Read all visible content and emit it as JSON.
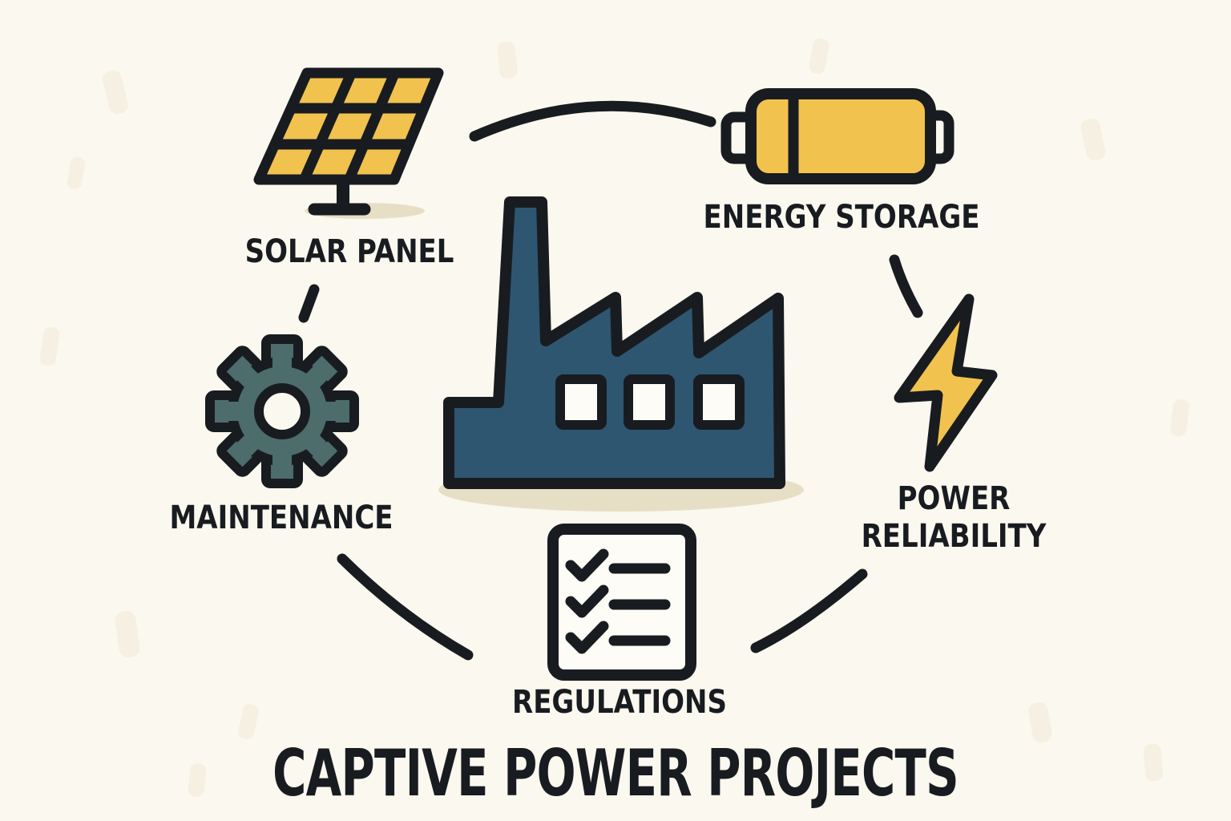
{
  "title": "CAPTIVE POWER PROJECTS",
  "diagram": {
    "center_icon": "factory",
    "nodes": [
      {
        "label": "SOLAR PANEL",
        "icon": "solar-panel-icon",
        "position": "top-left"
      },
      {
        "label": "ENERGY STORAGE",
        "icon": "battery-icon",
        "position": "top-right"
      },
      {
        "label": "POWER RELIABILITY",
        "icon": "lightning-bolt-icon",
        "position": "right"
      },
      {
        "label": "REGULATIONS",
        "icon": "checklist-icon",
        "position": "bottom-center"
      },
      {
        "label": "MAINTENANCE",
        "icon": "gear-icon",
        "position": "left"
      }
    ],
    "connectors": [
      "solar-panel to energy-storage",
      "energy-storage to power-reliability",
      "power-reliability to regulations",
      "maintenance to regulations",
      "solar-panel to maintenance"
    ]
  },
  "colors": {
    "background": "#faf8ef",
    "ink": "#181c20",
    "accent_yellow": "#f2c24e",
    "factory_blue": "#2e5671",
    "gear_teal": "#4d6c6c",
    "shadow_beige": "#e7dec6",
    "paper_white": "#fdfcf6"
  }
}
